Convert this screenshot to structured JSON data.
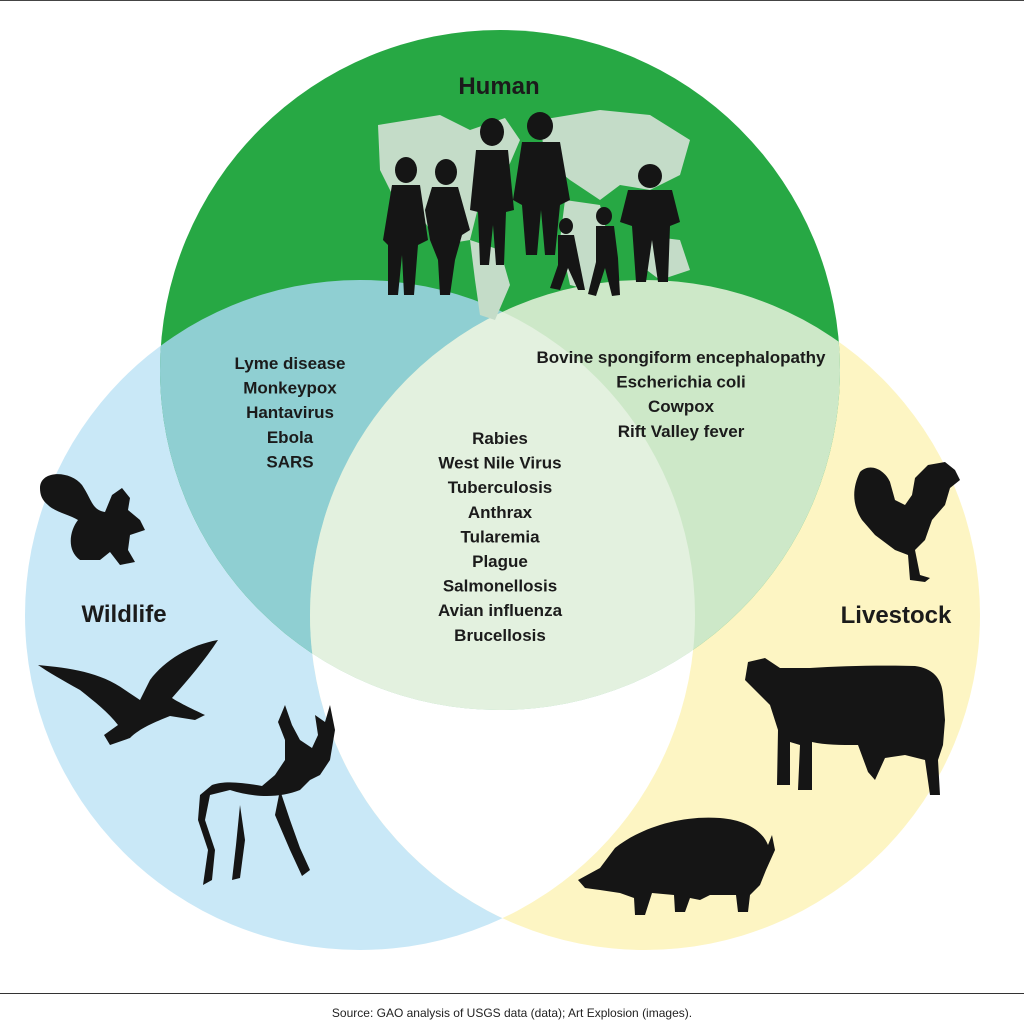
{
  "colors": {
    "human": "#27a844",
    "wildlife": "#c9e8f7",
    "livestock": "#fdf5c3",
    "human_wildlife": "#8fcfd2",
    "human_livestock": "#cde8c8",
    "all_three": "#e3f1df",
    "wildlife_livestock": "#ffffff",
    "silhouette": "#151515",
    "map": "#c4dcc8"
  },
  "icons": {
    "human": "people-silhouettes-icon",
    "map": "world-map-icon",
    "wildlife": [
      "squirrel-icon",
      "bird-icon",
      "deer-icon"
    ],
    "livestock": [
      "rooster-icon",
      "cow-icon",
      "pig-icon"
    ]
  },
  "sets": {
    "human": "Human",
    "wildlife": "Wildlife",
    "livestock": "Livestock"
  },
  "regions": {
    "human_wildlife": [
      "Lyme disease",
      "Monkeypox",
      "Hantavirus",
      "Ebola",
      "SARS"
    ],
    "human_livestock": [
      "Bovine spongiform encephalopathy",
      "Escherichia coli",
      "Cowpox",
      "Rift Valley fever"
    ],
    "all_three": [
      "Rabies",
      "West Nile Virus",
      "Tuberculosis",
      "Anthrax",
      "Tularemia",
      "Plague",
      "Salmonellosis",
      "Avian influenza",
      "Brucellosis"
    ]
  },
  "source": "Source: GAO analysis of USGS data (data); Art Explosion (images)."
}
